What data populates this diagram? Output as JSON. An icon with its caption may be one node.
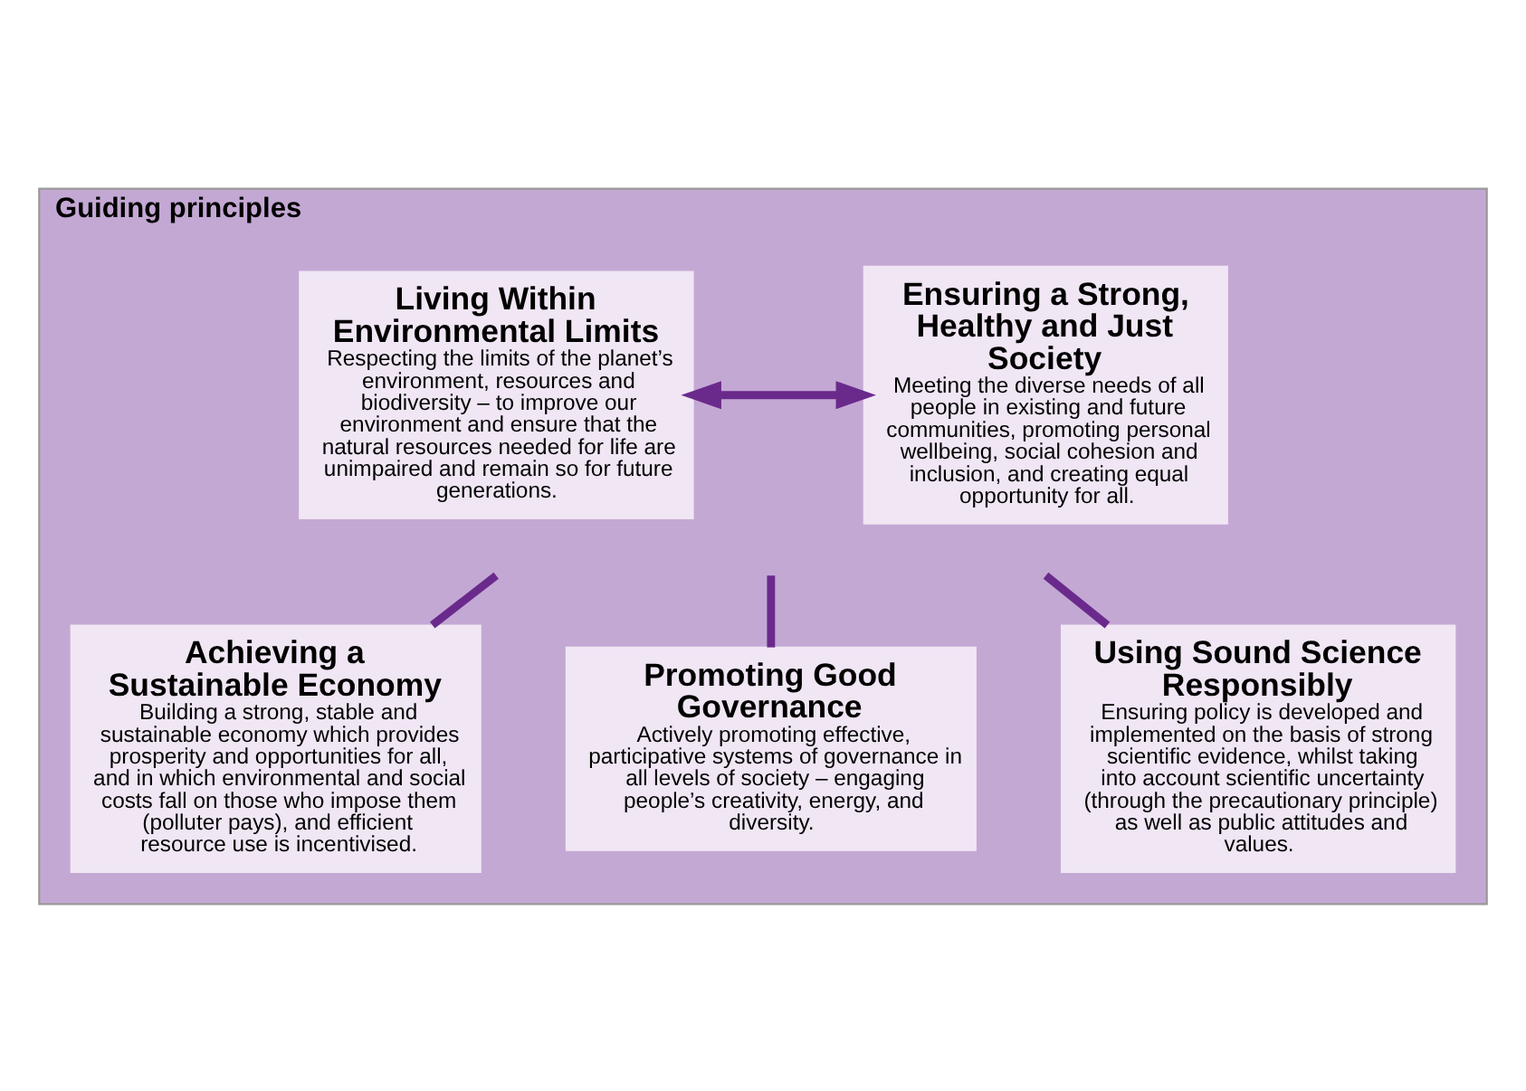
{
  "diagram": {
    "nodes": [
      {
        "text": [
          "Guiding principles"
        ]
      },
      {
        "text": [
          "Living Within Environmental Limits",
          "Respecting the limits of the planet’s environment, resources and biodiversity – to improve our environment and ensure that the natural resources needed for life are unimpaired and remain so for future generations."
        ],
        "in": 0
      },
      {
        "text": [
          "Ensuring a Strong, Healthy and Just Society",
          "Meeting the diverse needs of all people in existing and future communities, promoting personal wellbeing, social cohesion and inclusion, and creating equal opportunity for all."
        ],
        "in": 0
      },
      {
        "text": [
          "Achieving a Sustainable Economy",
          "Building a strong, stable and sustainable economy which provides prosperity and opportunities for all, and in which environmental and social costs fall on those who impose them (polluter pays), and efficient resource use is incentivised."
        ],
        "in": 0
      },
      {
        "text": [
          "Promoting Good Governance",
          "Actively promoting effective, participative systems of governance in all levels of society – engaging people’s creativity, energy, and diversity."
        ],
        "in": 0
      },
      {
        "text": [
          "Using Sound Science Responsibly",
          "Ensuring policy is developed and implemented on the basis of strong scientific evidence, whilst taking into account scientific uncertainty (through the precautionary principle) as well as public attitudes and values."
        ],
        "in": 0
      }
    ],
    "edges": [
      {
        "from": 1,
        "to": 2,
        "arrow": "both"
      },
      {
        "from": null,
        "to": 3,
        "arrow": "none"
      },
      {
        "from": null,
        "to": 4,
        "arrow": "none"
      },
      {
        "from": null,
        "to": 5,
        "arrow": "none"
      }
    ]
  }
}
